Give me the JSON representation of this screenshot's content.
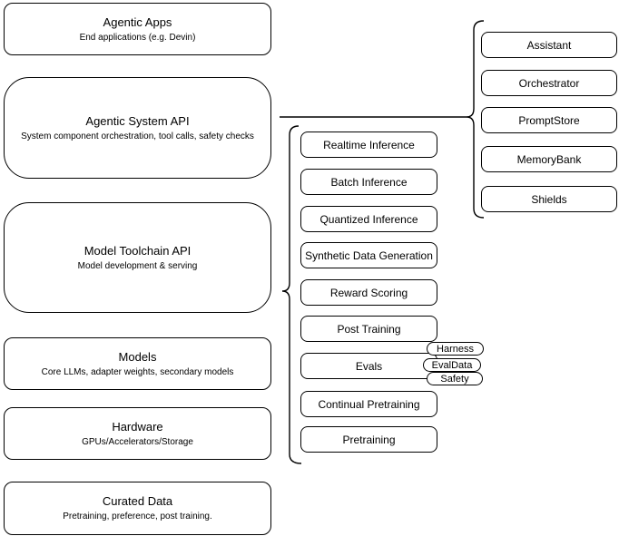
{
  "diagram": {
    "layers": [
      {
        "title": "Agentic Apps",
        "subtitle": "End applications (e.g. Devin)"
      },
      {
        "title": "Agentic System API",
        "subtitle": "System component orchestration, tool calls, safety checks"
      },
      {
        "title": "Model Toolchain API",
        "subtitle": "Model development & serving"
      },
      {
        "title": "Models",
        "subtitle": "Core LLMs, adapter weights, secondary models"
      },
      {
        "title": "Hardware",
        "subtitle": "GPUs/Accelerators/Storage"
      },
      {
        "title": "Curated Data",
        "subtitle": "Pretraining, preference, post training."
      }
    ],
    "model_toolchain_apis": [
      "Realtime Inference",
      "Batch Inference",
      "Quantized Inference",
      "Synthetic Data Generation",
      "Reward Scoring",
      "Post Training",
      "Evals",
      "Continual Pretraining",
      "Pretraining"
    ],
    "eval_tags": [
      "Harness",
      "EvalData",
      "Safety"
    ],
    "agentic_system_components": [
      "Assistant",
      "Orchestrator",
      "PromptStore",
      "MemoryBank",
      "Shields"
    ],
    "colors": {
      "stroke": "#000000",
      "fill": "#ffffff",
      "text": "#000000"
    }
  }
}
